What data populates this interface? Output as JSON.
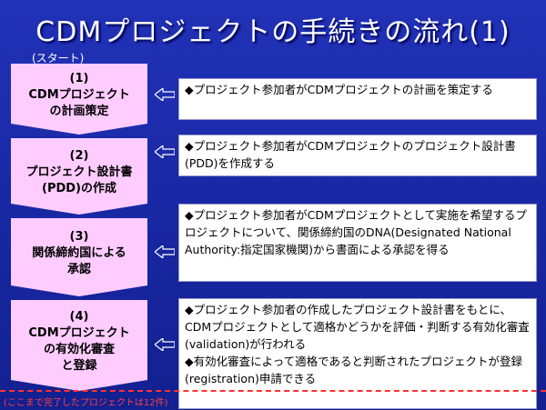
{
  "title": "CDMプロジェクトの手続きの流れ(1)",
  "start_label": "(スタート)",
  "steps": [
    {
      "lines": [
        "(1)",
        "CDMプロジェクト",
        "の計画策定"
      ]
    },
    {
      "lines": [
        "(2)",
        "プロジェクト設計書",
        "(PDD)の作成"
      ]
    },
    {
      "lines": [
        "(3)",
        "関係締約国による",
        "承認"
      ]
    },
    {
      "lines": [
        "(4)",
        "CDMプロジェクト",
        "の有効化審査",
        "と登録"
      ]
    }
  ],
  "descriptions": [
    {
      "items": [
        "◆プロジェクト参加者がCDMプロジェクトの計画を策定する"
      ]
    },
    {
      "items": [
        "◆プロジェクト参加者がCDMプロジェクトのプロジェクト設計書(PDD)を作成する"
      ]
    },
    {
      "items": [
        "◆プロジェクト参加者がCDMプロジェクトとして実施を希望するプロジェクトについて、関係締約国のDNA(Designated National Authority:指定国家機関)から書面による承認を得る"
      ]
    },
    {
      "items": [
        "◆プロジェクト参加者の作成したプロジェクト設計書をもとに、CDMプロジェクトとして適格かどうかを評価・判断する有効化審査(validation)が行われる",
        "◆有効化審査によって適格であると判断されたプロジェクトが登録(registration)申請できる"
      ]
    }
  ],
  "note": "(ここまで完了したプロジェクトは12件)",
  "colors": {
    "background": "#1a2aa8",
    "step_fill": "#ffccff",
    "arrow": "#ffffff",
    "dash": "#ff3030"
  }
}
